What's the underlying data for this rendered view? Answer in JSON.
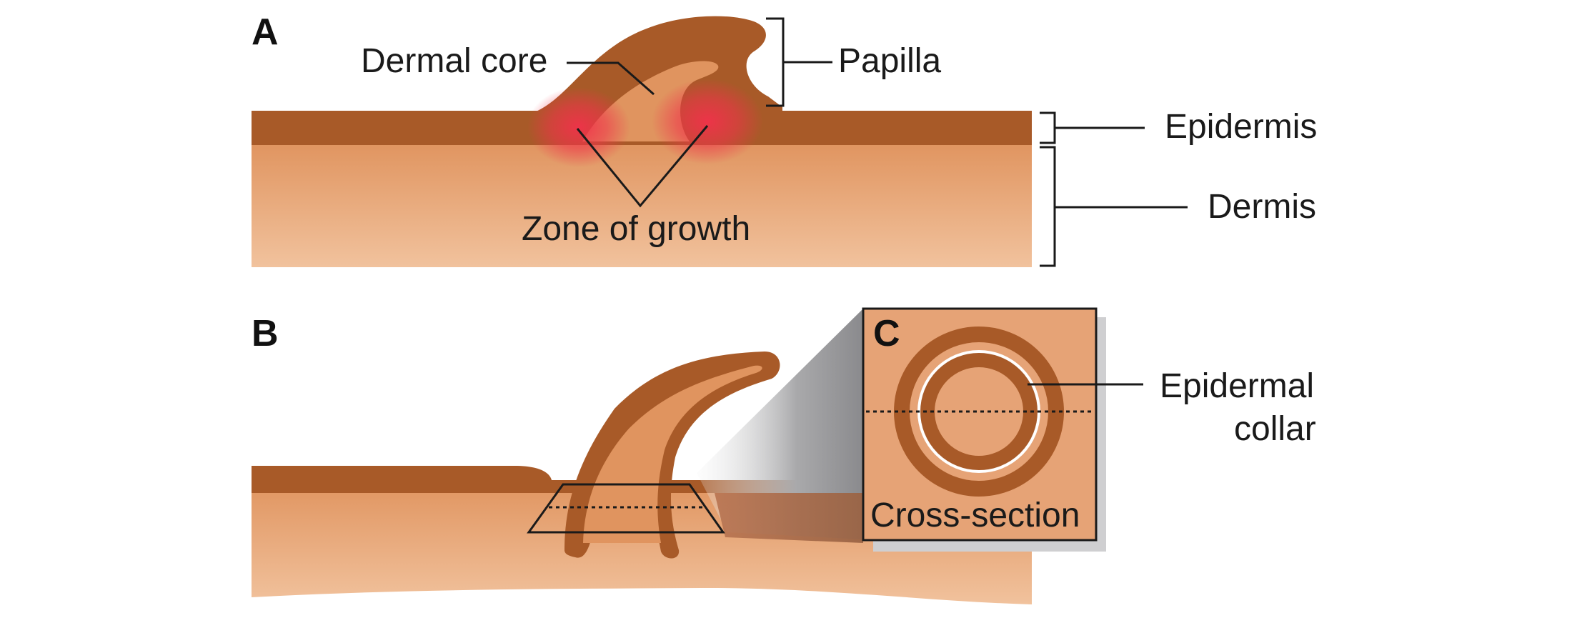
{
  "panels": {
    "a": {
      "letter": "A",
      "labels": {
        "dermal_core": "Dermal core",
        "papilla": "Papilla",
        "epidermis": "Epidermis",
        "dermis": "Dermis",
        "zone_of_growth": "Zone of growth"
      }
    },
    "b": {
      "letter": "B"
    },
    "c": {
      "letter": "C",
      "labels": {
        "epidermal_collar_line1": "Epidermal",
        "epidermal_collar_line2": "collar",
        "cross_section": "Cross-section"
      }
    }
  },
  "colors": {
    "epidermis": "#a85a28",
    "dermis_top": "#e0945f",
    "dermis_bottom": "#f1c29d",
    "growth_zone": "#f0324a",
    "inset_fill": "#e6a376"
  }
}
